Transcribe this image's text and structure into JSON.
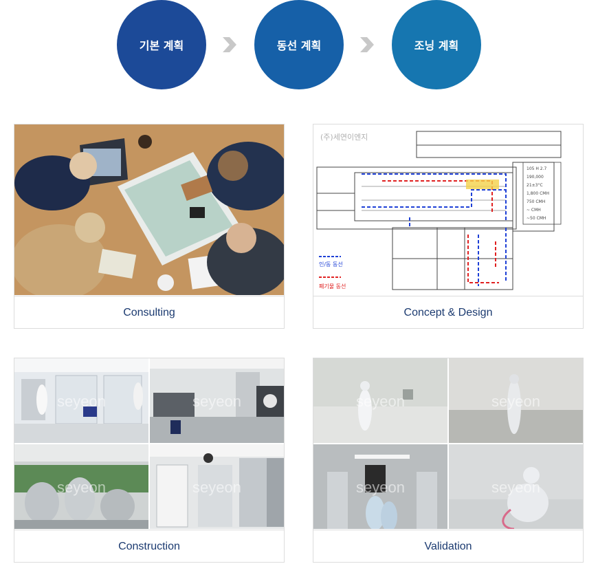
{
  "steps": [
    {
      "label": "기본 계획"
    },
    {
      "label": "동선 계획"
    },
    {
      "label": "조닝 계획"
    }
  ],
  "colors": {
    "step1": "#1c4a98",
    "step2": "#1660a8",
    "step3": "#1676b0",
    "arrow": "#c8c8c8",
    "label_text": "#1b3a70"
  },
  "icons": {
    "step_arrow": "chevron-right-icon"
  },
  "cards": [
    {
      "label": "Consulting"
    },
    {
      "label": "Concept & Design",
      "plan_company": "(주)세연이엔지",
      "plan_legend_1": "인/동 동선",
      "plan_legend_2": "폐기물 동선"
    },
    {
      "label": "Construction",
      "watermark": "seyeon"
    },
    {
      "label": "Validation",
      "watermark": "seyeon"
    }
  ]
}
